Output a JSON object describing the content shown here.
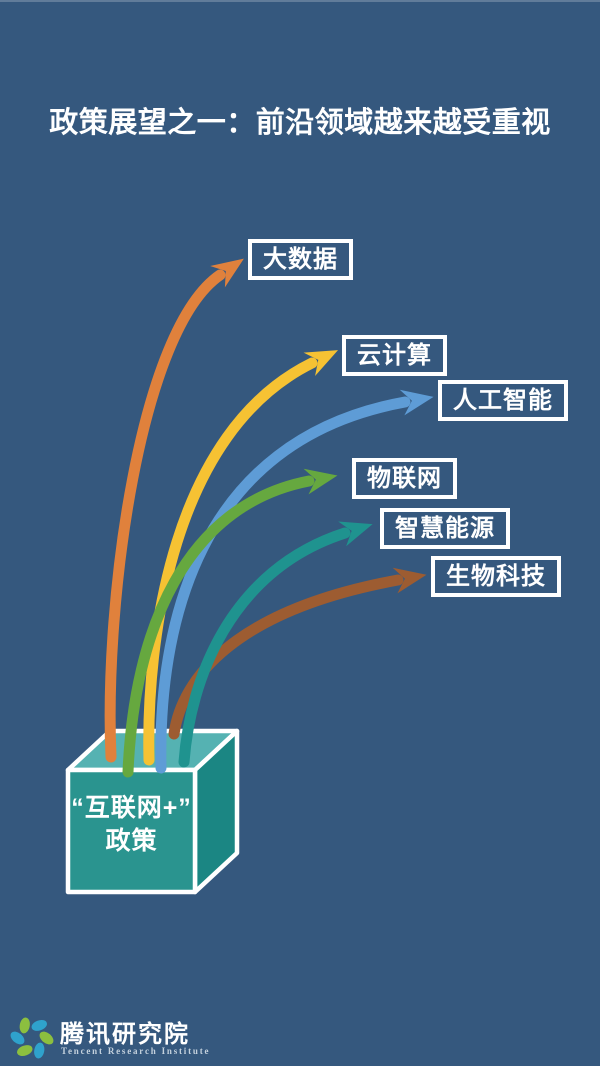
{
  "title": "政策展望之一：前沿领域越来越受重视",
  "colors": {
    "background": "#35587E",
    "outline": "#FFFFFF",
    "cube_top": "#55B2B2",
    "cube_front": "#2A948F",
    "cube_right": "#1B8683"
  },
  "source_cube": {
    "label_line1": "“互联网+”",
    "label_line2": "政策"
  },
  "branches": [
    {
      "label": "大数据",
      "color": "#E0813C"
    },
    {
      "label": "云计算",
      "color": "#F6C233"
    },
    {
      "label": "人工智能",
      "color": "#5E9CD6"
    },
    {
      "label": "物联网",
      "color": "#66A83F"
    },
    {
      "label": "智慧能源",
      "color": "#1F938F"
    },
    {
      "label": "生物科技",
      "color": "#9D5C31"
    }
  ],
  "footer": {
    "logo_text_cn": "腾讯研究院",
    "logo_text_en": "Tencent Research Institute",
    "leaf_green": "#8CBF3F",
    "leaf_blue": "#2FA2CC"
  }
}
